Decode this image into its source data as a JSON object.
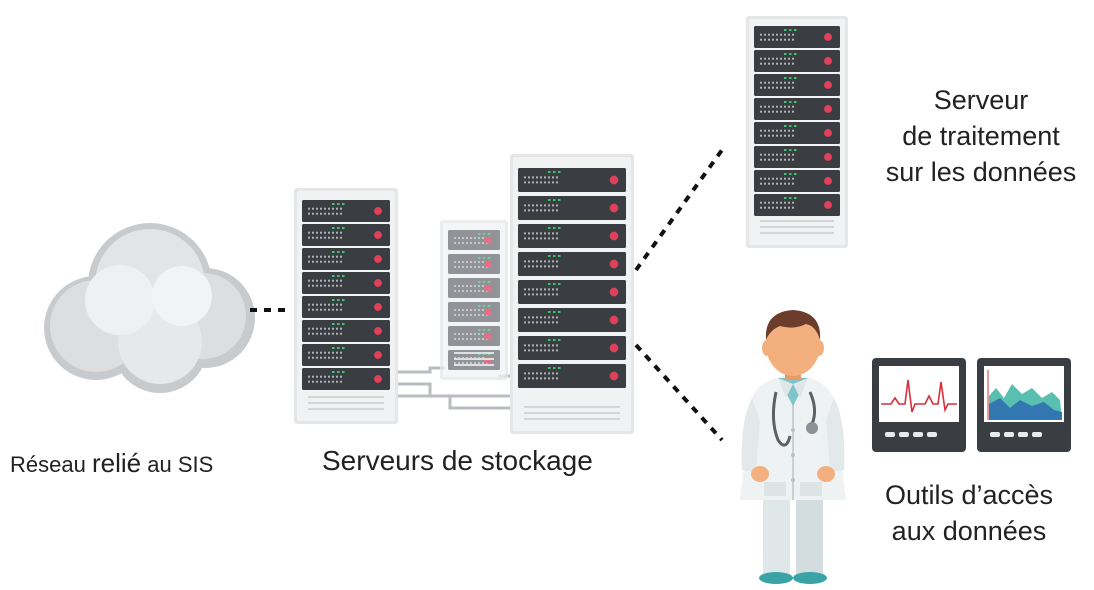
{
  "labels": {
    "network_part1": "Réseau",
    "network_part2": "relié",
    "network_part3": "au SIS",
    "storage": "Serveurs de stockage",
    "processing_line1": "Serveur",
    "processing_line2": "de traitement",
    "processing_line3": "sur les données",
    "tools_line1": "Outils d’accès",
    "tools_line2": "aux données"
  },
  "icons": {
    "network": "cloud-icon",
    "storage": "server-rack-icon",
    "processing": "server-rack-icon",
    "user": "doctor-icon",
    "tools": "monitor-icon"
  },
  "colors": {
    "rack_frame": "#e4e6e8",
    "rack_unit": "#3a3d42",
    "led_red": "#e0405a",
    "led_green": "#3ec46d",
    "cloud": "#cfd2d5",
    "connector": "#111111",
    "ecg_line": "#d6303a",
    "chart_blue": "#2f6fb0",
    "chart_teal": "#46b8a8"
  }
}
